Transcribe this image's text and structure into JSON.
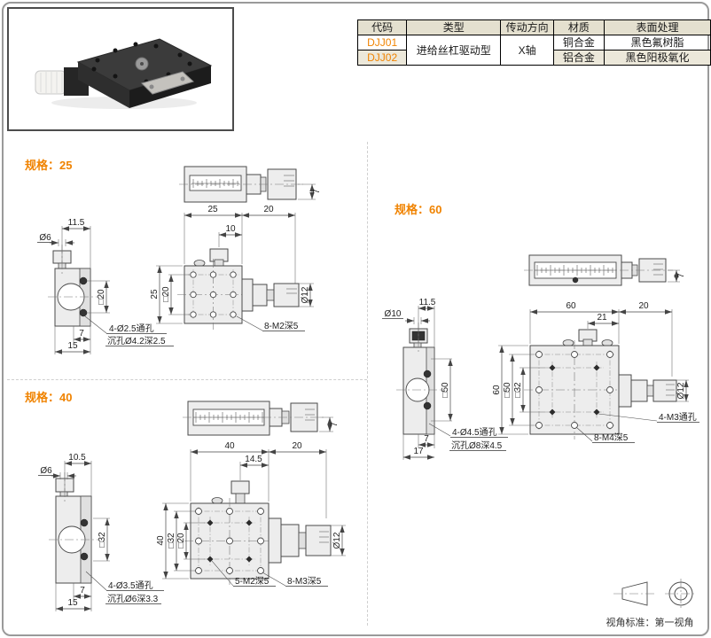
{
  "colors": {
    "accent": "#f08300",
    "table_header_bg": "#e4e0cf",
    "table_alt_bg": "#ece8da",
    "line": "#444444"
  },
  "spec_table": {
    "headers": [
      "代码",
      "类型",
      "传动方向",
      "材质",
      "表面处理"
    ],
    "type_value": "进给丝杠驱动型",
    "direction_value": "X轴",
    "rows": [
      {
        "code": "DJJ01",
        "material": "铜合金",
        "finish": "黑色氟树脂"
      },
      {
        "code": "DJJ02",
        "material": "铝合金",
        "finish": "黑色阳极氧化"
      }
    ]
  },
  "sections": {
    "s25": {
      "title": "规格：25",
      "top_view": {
        "h7": "7"
      },
      "side_view": {
        "w115": "11.5",
        "d6": "Ø6",
        "sq20": "□20",
        "off7": "7",
        "w15": "15",
        "note1": "4-Ø2.5通孔",
        "note2": "沉孔Ø4.2深2.5"
      },
      "front_view": {
        "w25": "25",
        "w20": "20",
        "w10": "10",
        "h25": "25",
        "sq20": "□20",
        "d12": "Ø12",
        "note1": "8-M2深5"
      }
    },
    "s40": {
      "title": "规格：40",
      "top_view": {
        "h7": "7"
      },
      "side_view": {
        "w105": "10.5",
        "d6": "Ø6",
        "sq32": "□32",
        "off7": "7",
        "w15": "15",
        "note1": "4-Ø3.5通孔",
        "note2": "沉孔Ø6深3.3"
      },
      "front_view": {
        "w40": "40",
        "w20": "20",
        "w145": "14.5",
        "h40": "40",
        "sq32": "□32",
        "sq20": "□20",
        "d12": "Ø12",
        "note1": "5-M2深5",
        "note2": "8-M3深5"
      }
    },
    "s60": {
      "title": "规格：60",
      "top_view": {
        "h7": "7"
      },
      "side_view": {
        "w115": "11.5",
        "d10": "Ø10",
        "sq50": "□50",
        "off7": "7",
        "w17": "17",
        "note1": "4-Ø4.5通孔",
        "note2": "沉孔Ø8深4.5"
      },
      "front_view": {
        "w60": "60",
        "w20": "20",
        "w21": "21",
        "h60": "60",
        "sq50": "□50",
        "sq32": "□32",
        "d12": "Ø12",
        "note1": "4-M3通孔",
        "note2": "8-M4深5"
      }
    }
  },
  "footer": {
    "view_standard": "视角标准：第一视角"
  }
}
